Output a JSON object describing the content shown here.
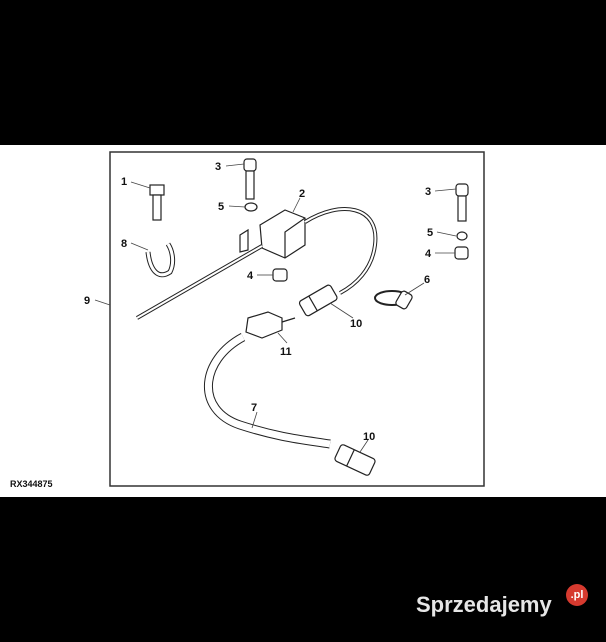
{
  "diagram": {
    "reference_code": "RX344875",
    "callouts": [
      {
        "id": "c1",
        "label": "1"
      },
      {
        "id": "c3a",
        "label": "3"
      },
      {
        "id": "c2",
        "label": "2"
      },
      {
        "id": "c5a",
        "label": "5"
      },
      {
        "id": "c8",
        "label": "8"
      },
      {
        "id": "c4a",
        "label": "4"
      },
      {
        "id": "c9",
        "label": "9"
      },
      {
        "id": "c10a",
        "label": "10"
      },
      {
        "id": "c11",
        "label": "11"
      },
      {
        "id": "c6",
        "label": "6"
      },
      {
        "id": "c3b",
        "label": "3"
      },
      {
        "id": "c5b",
        "label": "5"
      },
      {
        "id": "c4b",
        "label": "4"
      },
      {
        "id": "c7",
        "label": "7"
      },
      {
        "id": "c10b",
        "label": "10"
      }
    ]
  },
  "watermark": {
    "text": "Sprzedajemy",
    "suffix": ".pl",
    "accent": "#d63a2f"
  }
}
